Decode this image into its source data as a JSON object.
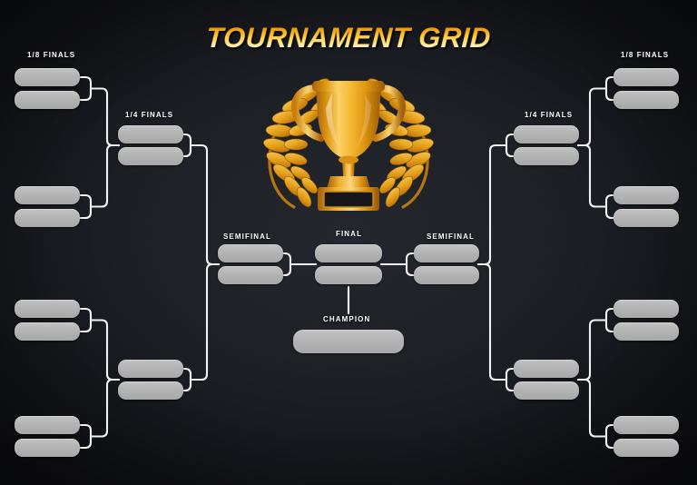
{
  "header": {
    "title": "TOURNAMENT GRID",
    "title_gradient_from": "#c87a12",
    "title_gradient_to": "#ffffff"
  },
  "theme": {
    "background": "#1e2227",
    "slot_color": "#b4b4b4",
    "connector_color": "#f2f2f2",
    "label_color": "#ffffff",
    "gold": "#e09b10"
  },
  "emblem": {
    "name": "trophy-laurel-emblem",
    "trophy_color": "#e0a018",
    "wreath_color": "#d8931a",
    "plaque_color": "#17171c"
  },
  "labels": {
    "round_of_16_left": "1/8 FINALS",
    "quarter_left": "1/4 FINALS",
    "semifinal_left": "SEMIFINAL",
    "final": "FINAL",
    "semifinal_right": "SEMIFINAL",
    "quarter_right": "1/4 FINALS",
    "round_of_16_right": "1/8 FINALS",
    "champion": "CHAMPION"
  },
  "bracket": {
    "rounds": [
      {
        "id": "r16-left",
        "label": "1/8 FINALS",
        "side": "left",
        "matches": 4,
        "slots": 8
      },
      {
        "id": "qf-left",
        "label": "1/4 FINALS",
        "side": "left",
        "matches": 2,
        "slots": 4
      },
      {
        "id": "sf-left",
        "label": "SEMIFINAL",
        "side": "left",
        "matches": 1,
        "slots": 2
      },
      {
        "id": "final",
        "label": "FINAL",
        "side": "center",
        "matches": 1,
        "slots": 2
      },
      {
        "id": "sf-right",
        "label": "SEMIFINAL",
        "side": "right",
        "matches": 1,
        "slots": 2
      },
      {
        "id": "qf-right",
        "label": "1/4 FINALS",
        "side": "right",
        "matches": 2,
        "slots": 4
      },
      {
        "id": "r16-right",
        "label": "1/8 FINALS",
        "side": "right",
        "matches": 4,
        "slots": 8
      }
    ],
    "champion_slots": 1,
    "entries": {
      "r16_left": [
        "",
        "",
        "",
        "",
        "",
        "",
        "",
        ""
      ],
      "qf_left": [
        "",
        "",
        "",
        ""
      ],
      "sf_left": [
        "",
        ""
      ],
      "final": [
        "",
        ""
      ],
      "sf_right": [
        "",
        ""
      ],
      "qf_right": [
        "",
        "",
        "",
        ""
      ],
      "r16_right": [
        "",
        "",
        "",
        "",
        "",
        "",
        "",
        ""
      ],
      "champion": [
        ""
      ]
    }
  }
}
